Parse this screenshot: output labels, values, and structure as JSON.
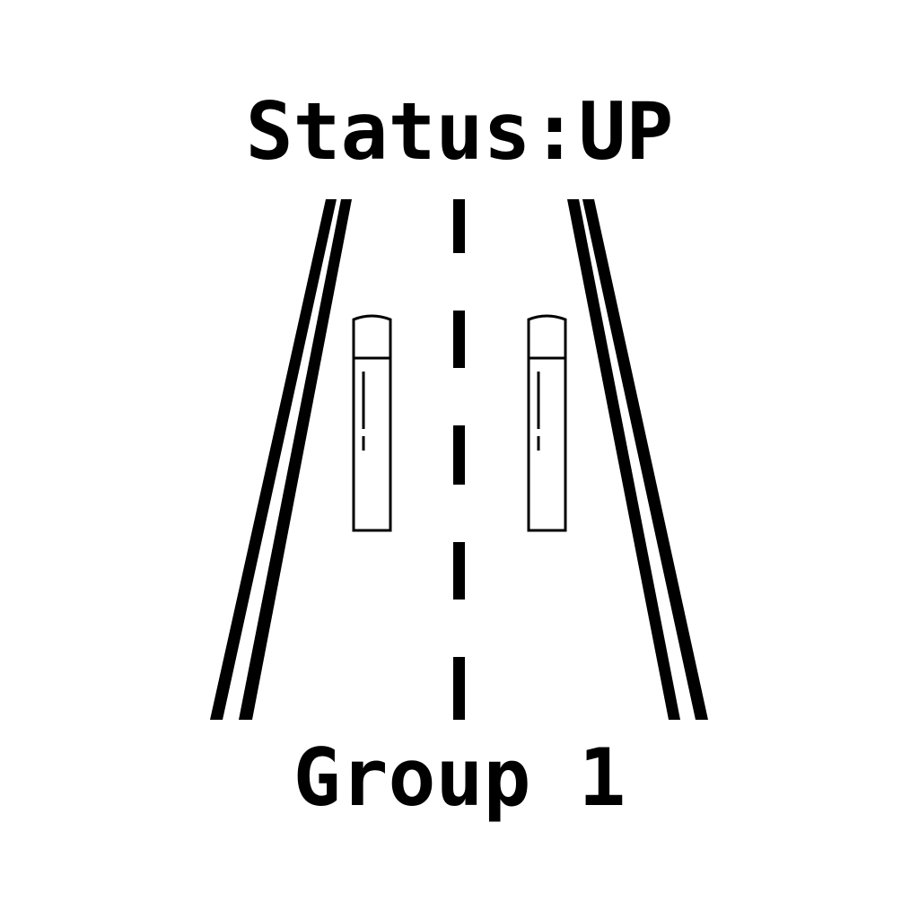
{
  "status": {
    "label": "Status:",
    "value": "UP",
    "text": "Status:UP"
  },
  "group": {
    "name": "Group 1"
  },
  "icon": {
    "name": "road-with-cars-icon",
    "line_color": "#000000",
    "background_color": "#ffffff"
  }
}
